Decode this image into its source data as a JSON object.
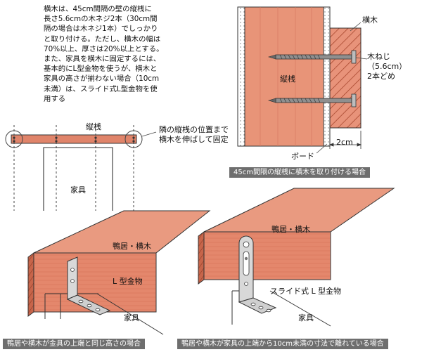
{
  "description": "横木は、45cm間隔の壁の縦桟に\n長さ5.6cmの木ネジ2本（30cm間\n隔の場合は木ネジ1本）でしっかり\nと取り付ける。ただし、横木の幅は\n70%以上、厚さは20%以上とする。\nまた、家具を横木に固定するには、\n基本的にL型金物を使うが、横木と\n家具の高さが揃わない場合（10cm\n未満）は、スライド式L型金物を使\n用する",
  "top_left": {
    "stud_label": "縦桟",
    "note": "隣の縦桟の位置まで\n横木を伸ばして固定",
    "furniture_label": "家具"
  },
  "top_right": {
    "crossbar_label": "横木",
    "stud_label": "縦桟",
    "screw_label": "木ねじ（5.6cm）\n2本どめ",
    "board_label": "ボード",
    "dimension_label": "2cm",
    "caption": "45cm間隔の縦桟に横木を取り付ける場合"
  },
  "bottom_left": {
    "beam_label": "鴨居・横木",
    "bracket_label": "L 型金物",
    "furniture_label": "家具",
    "caption": "鴨居や横木が金具の上端と同じ高さの場合"
  },
  "bottom_right": {
    "beam_label": "鴨居・横木",
    "bracket_label": "スライド式 L 型金物",
    "furniture_label": "家具",
    "caption": "鴨居や横木が家具の上端から10cm未満の寸法で離れている場合"
  },
  "colors": {
    "wood": "#e0846a",
    "wood_dark": "#b8573d",
    "stud": "#e89478",
    "metal": "#d8d8d8",
    "caption_bg": "#6e6e6e"
  }
}
